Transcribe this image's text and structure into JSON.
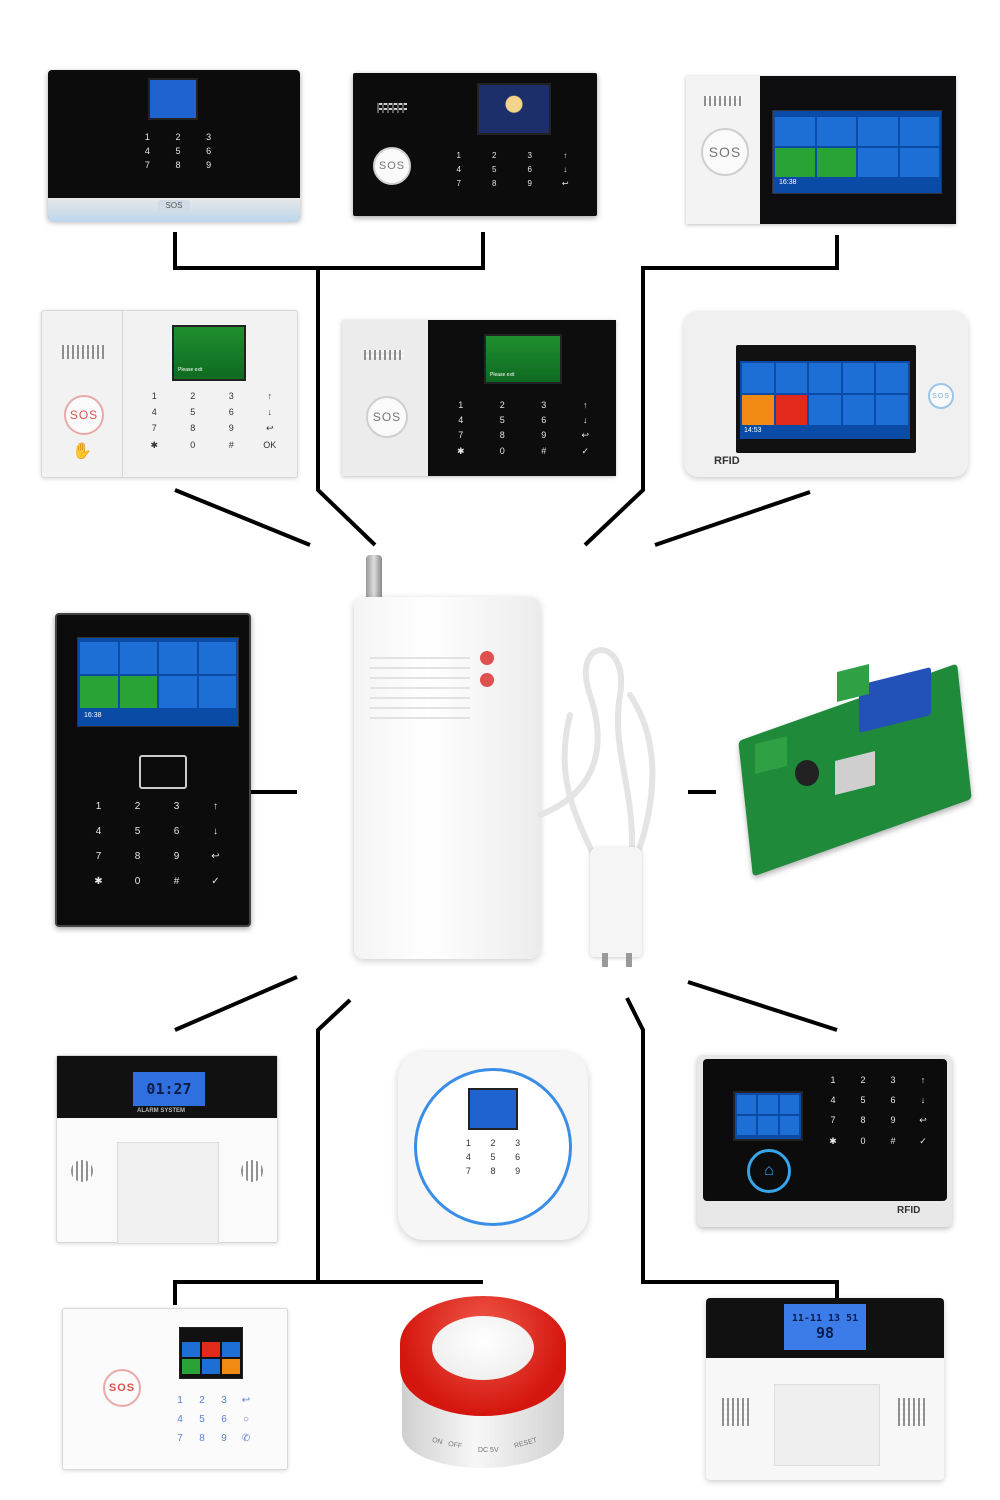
{
  "devices": {
    "d1": {
      "sos": "SOS"
    },
    "d2": {
      "sos": "SOS"
    },
    "d3": {
      "sos": "SOS",
      "time": "16:38"
    },
    "d4": {
      "sos": "SOS",
      "status": "Please exit",
      "okKey": "OK"
    },
    "d5": {
      "sos": "SOS",
      "status": "Please exit"
    },
    "d6": {
      "sos": "SOS",
      "rfid": "RFID",
      "time": "14:53"
    },
    "d7": {
      "time": "16:38"
    },
    "d10": {
      "lcd": "01:27",
      "title": "ALARM SYSTEM"
    },
    "d12": {
      "rfid": "RFID"
    },
    "d13": {
      "sos": "SOS"
    },
    "d14": {
      "on": "ON",
      "off": "OFF",
      "dc": "DC 5V",
      "reset": "RESET"
    },
    "d15": {
      "lcd_top": "11-11 13 51",
      "lcd_bottom": "98"
    }
  },
  "keypad": [
    "1",
    "2",
    "3",
    "↑",
    "4",
    "5",
    "6",
    "↓",
    "7",
    "8",
    "9",
    "↩",
    "✱",
    "0",
    "#",
    "✓"
  ],
  "keypad_small": [
    "1",
    "2",
    "3",
    "↩",
    "4",
    "5",
    "6",
    "○",
    "7",
    "8",
    "9",
    "✆"
  ],
  "colors": {
    "line": "#000000",
    "blue_tile": "#1d6fd6",
    "green_tile": "#2aa336",
    "siren_red": "#e0201a",
    "pcb_green": "#1f8a3a"
  }
}
